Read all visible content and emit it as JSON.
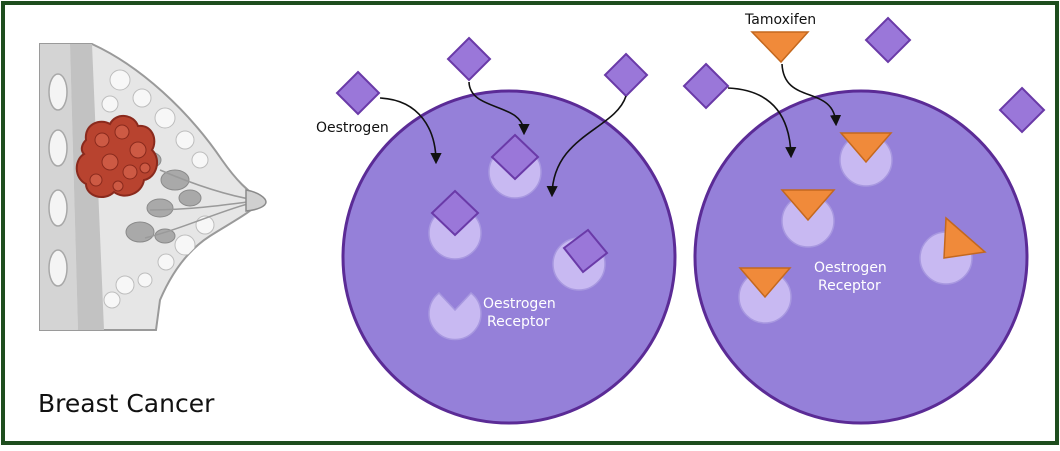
{
  "left_panel": {
    "title": "Breast Cancer"
  },
  "middle_panel": {
    "ligand_label": "Oestrogen",
    "receptor_label_line1": "Oestrogen",
    "receptor_label_line2": "Receptor"
  },
  "right_panel": {
    "drug_label": "Tamoxifen",
    "receptor_label_line1": "Oestrogen",
    "receptor_label_line2": "Receptor"
  },
  "colors": {
    "frame": "#1e4d1e",
    "cell_fill": "#9580d9",
    "cell_stroke": "#5b2b96",
    "receptor_fill": "#c8b9f2",
    "oestrogen_fill": "#9a77d9",
    "oestrogen_stroke": "#6a3aa8",
    "tamoxifen_fill": "#f08a3a",
    "tumor_fill": "#b8432f"
  }
}
